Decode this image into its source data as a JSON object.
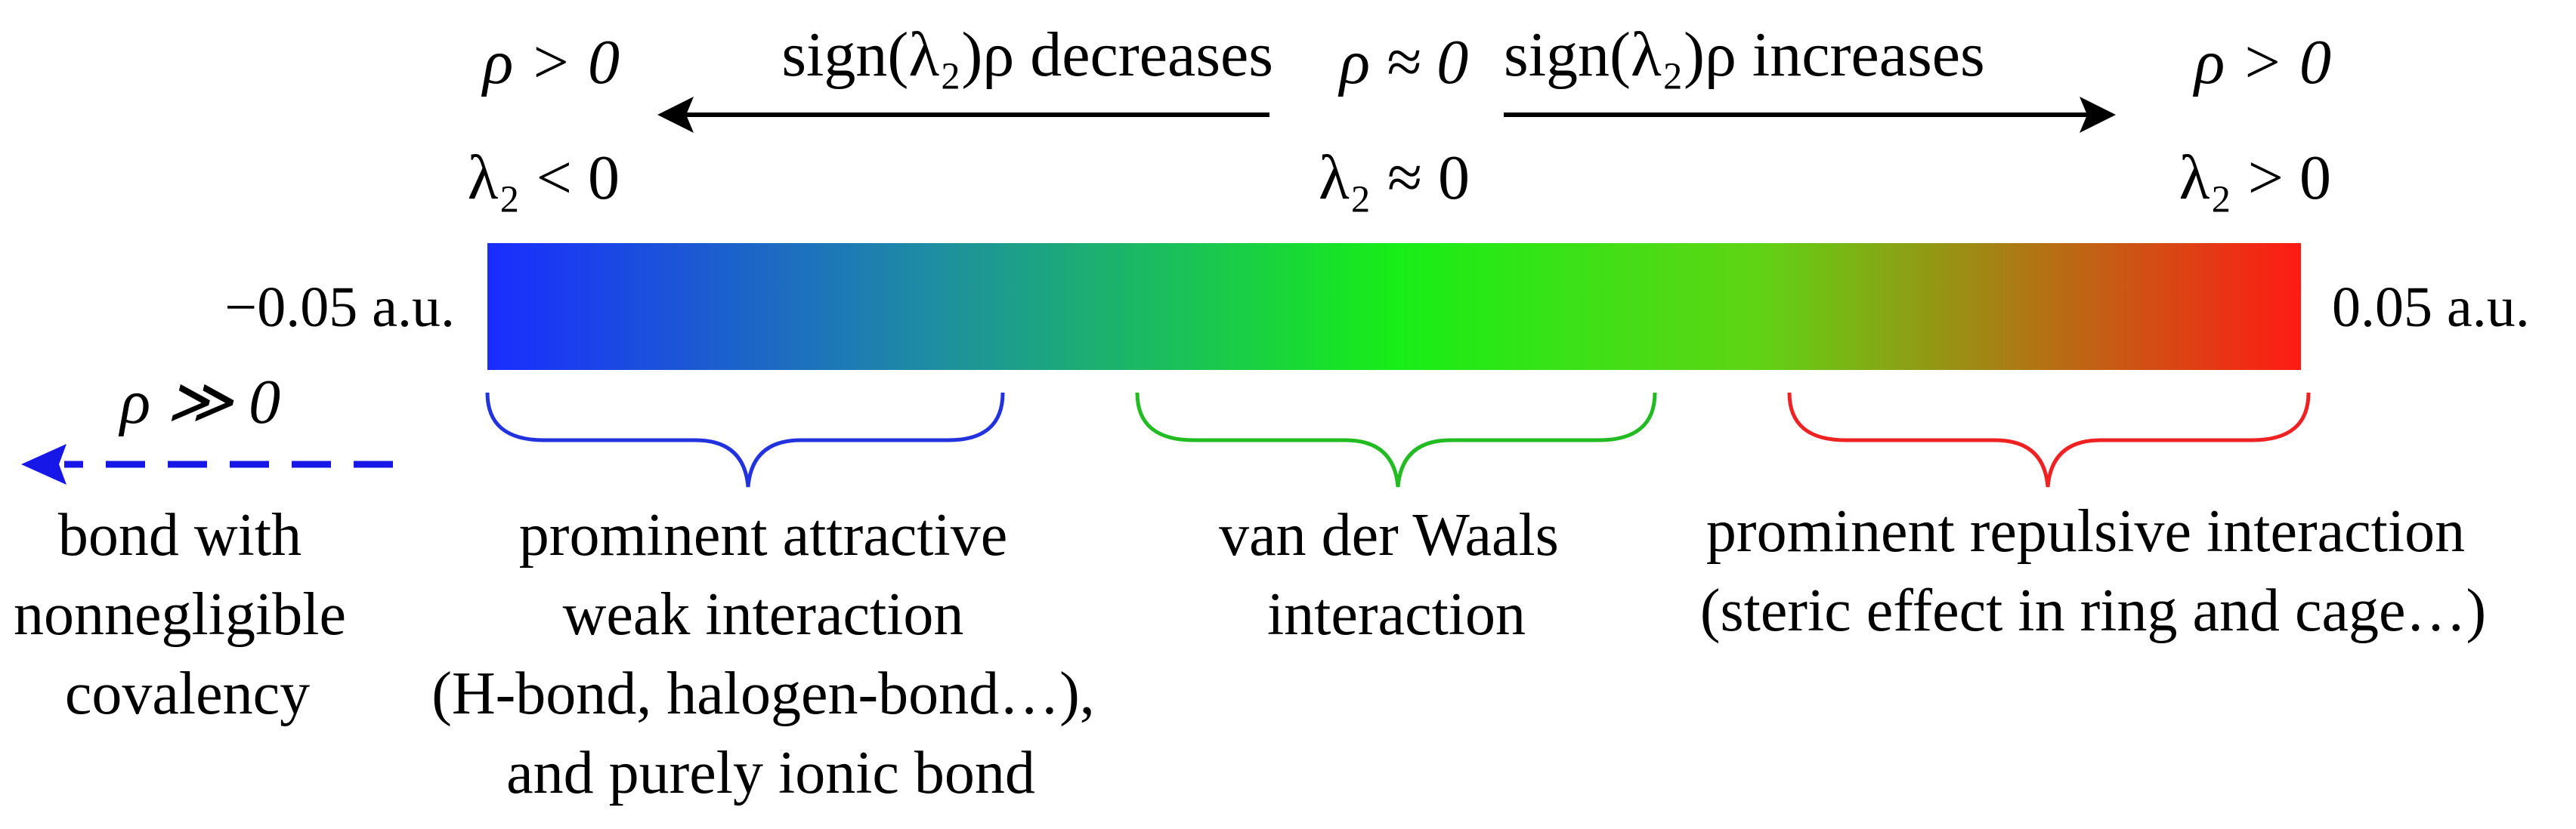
{
  "header": {
    "left_rho": "ρ > 0",
    "left_lambda": "λ₂ < 0",
    "left_trend": "sign(λ₂)ρ decreases",
    "center_rho": "ρ ≈ 0",
    "center_lambda": "λ₂ ≈ 0",
    "right_trend": "sign(λ₂)ρ increases",
    "right_rho": "ρ > 0",
    "right_lambda": "λ₂ > 0"
  },
  "colorbar": {
    "min_label": "−0.05 a.u.",
    "max_label": "0.05 a.u.",
    "colors": [
      "#1a2cff",
      "#1e8fa0",
      "#17ee17",
      "#5fd414",
      "#ff1a14"
    ]
  },
  "far_left": {
    "rho_label": "ρ ≫ 0",
    "arrow_color": "#1717e8",
    "lines": [
      "bond with",
      "nonnegligible",
      "covalency"
    ]
  },
  "regions": [
    {
      "color": "#2233dd",
      "lines": [
        "prominent attractive",
        "weak interaction",
        "(H-bond, halogen-bond…),",
        "and purely ionic bond"
      ]
    },
    {
      "color": "#22bb22",
      "lines": [
        "van der Waals",
        "interaction"
      ]
    },
    {
      "color": "#ee2222",
      "lines": [
        "prominent repulsive interaction",
        "(steric effect in ring and cage…)"
      ]
    }
  ]
}
